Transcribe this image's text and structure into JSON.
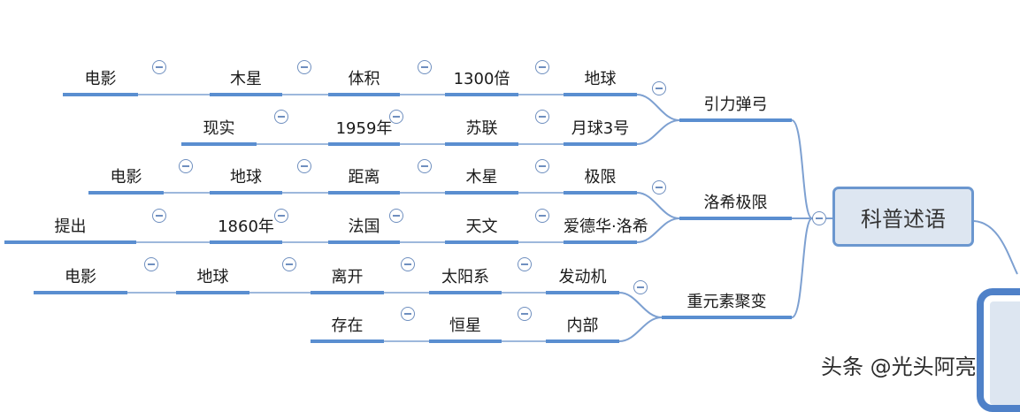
{
  "root": {
    "label": "科普述语"
  },
  "branches": [
    {
      "label": "引力弹弓",
      "rows": [
        [
          "地球",
          "1300倍",
          "体积",
          "木星",
          "电影"
        ],
        [
          "月球3号",
          "苏联",
          "1959年",
          "现实"
        ]
      ]
    },
    {
      "label": "洛希极限",
      "rows": [
        [
          "极限",
          "木星",
          "距离",
          "地球",
          "电影"
        ],
        [
          "爱德华·洛希",
          "天文",
          "法国",
          "1860年",
          "提出"
        ]
      ]
    },
    {
      "label": "重元素聚变",
      "rows": [
        [
          "发动机",
          "太阳系",
          "离开",
          "地球",
          "电影"
        ],
        [
          "内部",
          "恒星",
          "存在"
        ]
      ]
    }
  ],
  "watermark": "头条 @光头阿亮",
  "colors": {
    "line": "#5a8ed0",
    "curve": "#7da0d1",
    "root_border": "#6b97cf",
    "root_fill": "#dde6f1",
    "collapse": "#6f8fbf"
  }
}
